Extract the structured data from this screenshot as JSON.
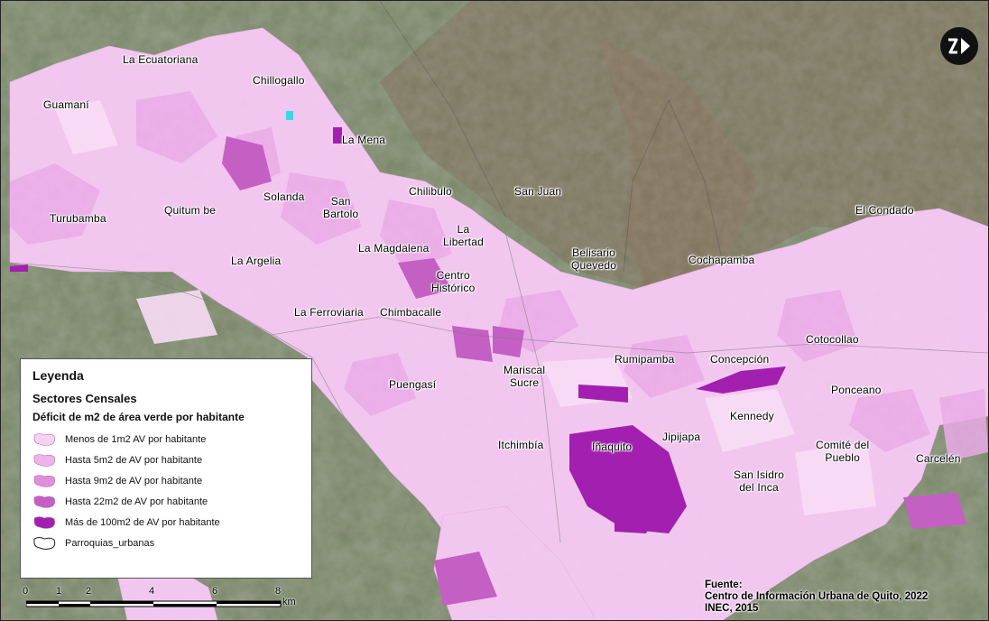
{
  "map": {
    "places": [
      {
        "id": "la-ecuatoriana",
        "label": "La Ecuatoriana"
      },
      {
        "id": "chillogallo",
        "label": "Chillogallo"
      },
      {
        "id": "guamani",
        "label": "Guamaní"
      },
      {
        "id": "la-mena",
        "label": "La Mena"
      },
      {
        "id": "chilibulo",
        "label": "Chilibulo"
      },
      {
        "id": "san-juan",
        "label": "San Juan"
      },
      {
        "id": "solanda",
        "label": "Solanda"
      },
      {
        "id": "san-bartolo",
        "label": "San\nBartolo"
      },
      {
        "id": "quitumbe",
        "label": "Quitum be"
      },
      {
        "id": "turubamba",
        "label": "Turubamba"
      },
      {
        "id": "la-libertad",
        "label": "La\nLibertad"
      },
      {
        "id": "la-magdalena",
        "label": "La Magdalena"
      },
      {
        "id": "belisario-quevedo",
        "label": "Belisario\nQuevedo"
      },
      {
        "id": "cochapamba",
        "label": "Cochapamba"
      },
      {
        "id": "el-condado",
        "label": "El Condado"
      },
      {
        "id": "la-argelia",
        "label": "La Argelia"
      },
      {
        "id": "centro-historico",
        "label": "Centro\nHistórico"
      },
      {
        "id": "la-ferroviaria",
        "label": "La Ferroviaria"
      },
      {
        "id": "chimbacalle",
        "label": "Chimbacalle"
      },
      {
        "id": "cotocollao",
        "label": "Cotocollao"
      },
      {
        "id": "rumipamba",
        "label": "Rumipamba"
      },
      {
        "id": "concepcion",
        "label": "Concepción"
      },
      {
        "id": "mariscal-sucre",
        "label": "Mariscal\nSucre"
      },
      {
        "id": "puengasi",
        "label": "Puengasí"
      },
      {
        "id": "ponceano",
        "label": "Ponceano"
      },
      {
        "id": "kennedy",
        "label": "Kennedy"
      },
      {
        "id": "itchimbia",
        "label": "Itchimbía"
      },
      {
        "id": "inaquito",
        "label": "Iñaquito"
      },
      {
        "id": "jipijapa",
        "label": "Jipijapa"
      },
      {
        "id": "comite-del-pueblo",
        "label": "Comité del\nPueblo"
      },
      {
        "id": "carcelen",
        "label": "Carcelén"
      },
      {
        "id": "san-isidro-del-inca",
        "label": "San Isidro\ndel Inca"
      }
    ]
  },
  "legend": {
    "title": "Leyenda",
    "subtitle": "Sectores Censales",
    "field": "Déficit de m2 de área verde por habitante",
    "classes": [
      {
        "label": "Menos de 1m2 AV por habitante",
        "color": "#f6d2f2"
      },
      {
        "label": "Hasta 5m2 de AV por habitante",
        "color": "#eeb3ea"
      },
      {
        "label": "Hasta 9m2 de AV por habitante",
        "color": "#de8fdb"
      },
      {
        "label": "Hasta 22m2 de AV por habitante",
        "color": "#c45fc4"
      },
      {
        "label": "Más de 100m2 de AV por habitante",
        "color": "#a31fb0"
      }
    ],
    "boundary_label": "Parroquias_urbanas"
  },
  "scale": {
    "ticks": [
      "0",
      "1",
      "2",
      "4",
      "6",
      "8"
    ],
    "unit": "km"
  },
  "source": {
    "heading": "Fuente:",
    "line1": "Centro de Información Urbana de Quito, 2022",
    "line2": "INEC, 2015"
  },
  "north_arrow": {
    "icon": "north-arrow-icon"
  },
  "colors": {
    "terrain": "#6f7d5c",
    "mountain": "#7a6a56"
  }
}
